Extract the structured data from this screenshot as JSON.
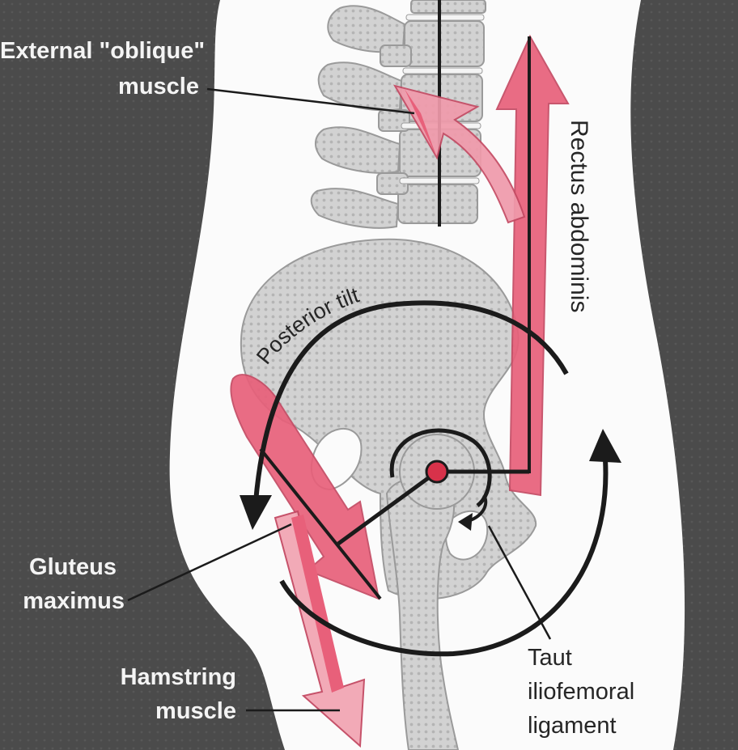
{
  "labels": {
    "external_oblique_line1": "External \"oblique\"",
    "external_oblique_line2": "muscle",
    "rectus_abdominis": "Rectus abdominis",
    "posterior_tilt": "Posterior tilt",
    "gluteus_line1": "Gluteus",
    "gluteus_line2": "maximus",
    "hamstring_line1": "Hamstring",
    "hamstring_line2": "muscle",
    "ligament_line1": "Taut",
    "ligament_line2": "iliofemoral",
    "ligament_line3": "ligament"
  },
  "colors": {
    "background": "#4b4b4b",
    "body": "#fbfbfb",
    "bone": "#cfcfcf",
    "muscle": "#e8607a",
    "muscle_light": "#f2a6b4",
    "line": "#1b1b1b",
    "hip_center": "#d8324a"
  }
}
